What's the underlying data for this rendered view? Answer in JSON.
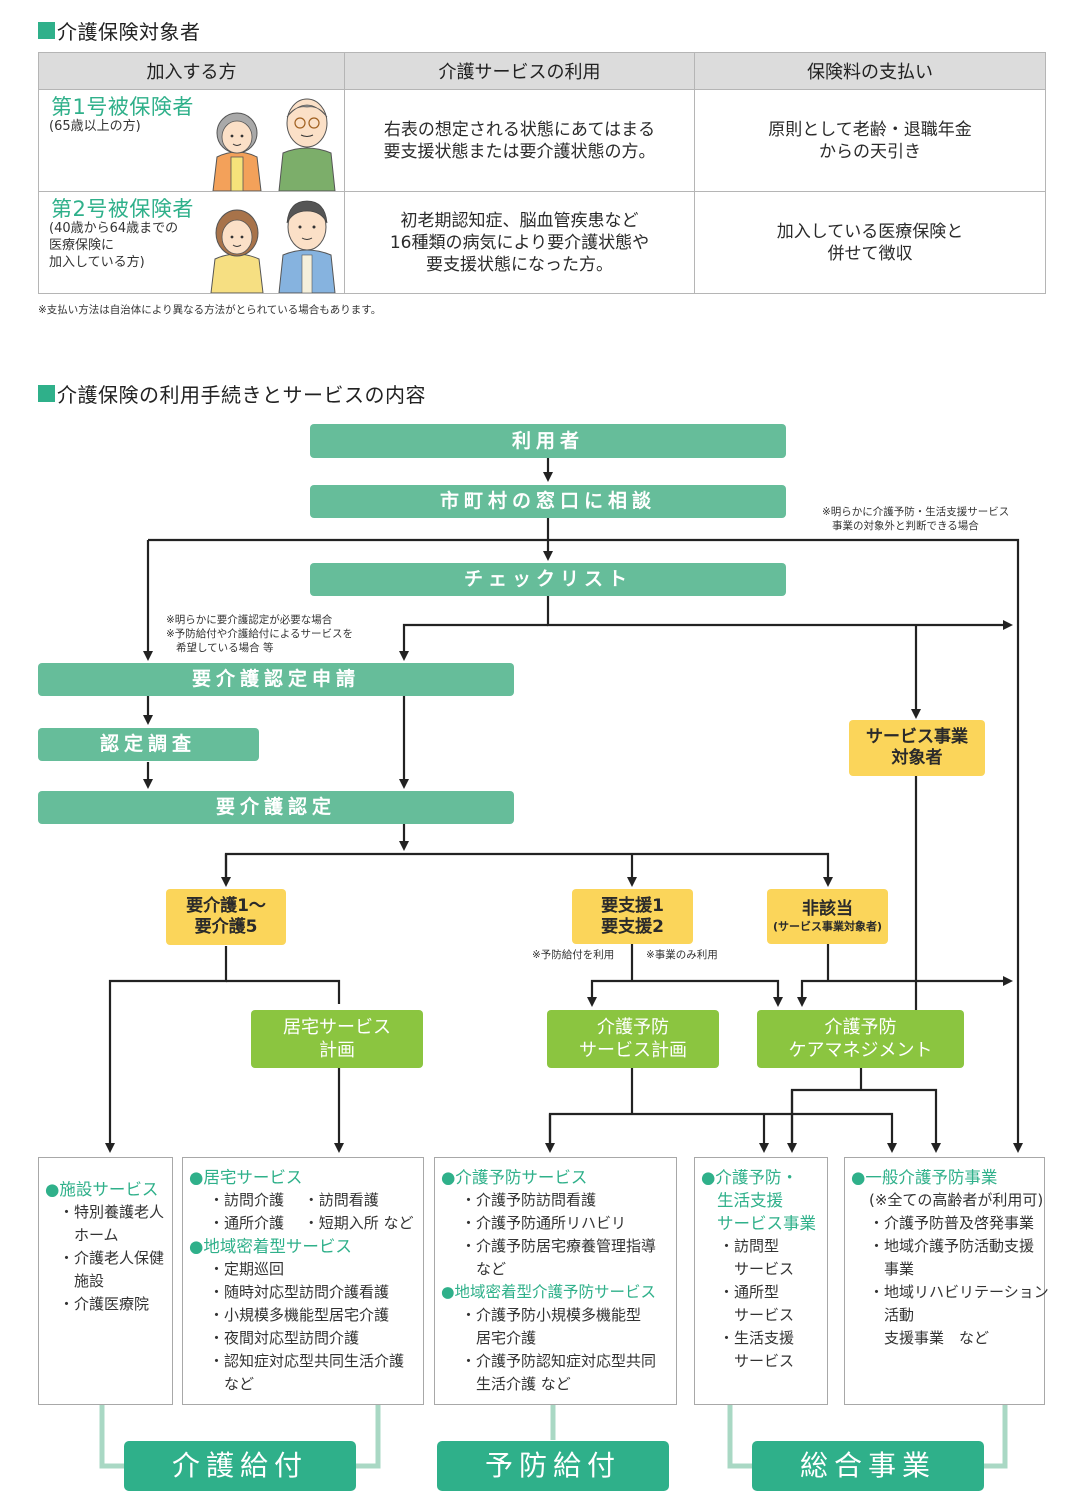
{
  "section1": {
    "title": "介護保険対象者",
    "headers": [
      "加入する方",
      "介護サービスの利用",
      "保険料の支払い"
    ],
    "rows": [
      {
        "name": "第1号被保険者",
        "sub": [
          "(65歳以上の方)"
        ],
        "usage": [
          "右表の想定される状態にあてはまる",
          "要支援状態または要介護状態の方。"
        ],
        "payment": [
          "原則として老齢・退職年金",
          "からの天引き"
        ]
      },
      {
        "name": "第2号被保険者",
        "sub": [
          "(40歳から64歳までの",
          "医療保険に",
          "加入している方)"
        ],
        "usage": [
          "初老期認知症、脳血管疾患など",
          "16種類の病気により要介護状態や",
          "要支援状態になった方。"
        ],
        "payment": [
          "加入している医療保険と",
          "併せて徴収"
        ]
      }
    ],
    "footnote": "※支払い方法は自治体により異なる方法がとられている場合もあります。"
  },
  "section2": {
    "title": "介護保険の利用手続きとサービスの内容",
    "steps": {
      "user": "利用者",
      "consult": "市町村の窓口に相談",
      "checklist": "チェックリスト",
      "apply": "要介護認定申請",
      "survey": "認定調査",
      "certify": "要介護認定"
    },
    "notes": {
      "outside": [
        "※明らかに介護予防・生活支援サービス",
        "事業の対象外と判断できる場合"
      ],
      "need_cert": [
        "※明らかに要介護認定が必要な場合",
        "※予防給付や介護給付によるサービスを",
        "希望している場合 等"
      ],
      "prevent_use": "※予防給付を利用",
      "business_only": "※事業のみ利用"
    },
    "levels": {
      "care": [
        "要介護1〜",
        "要介護5"
      ],
      "support": [
        "要支援1",
        "要支援2"
      ],
      "none": "非該当",
      "none_sub": "(サービス事業対象者)",
      "business_target": [
        "サービス事業",
        "対象者"
      ]
    },
    "plans": {
      "home": [
        "居宅サービス",
        "計画"
      ],
      "prevent": [
        "介護予防",
        "サービス計画"
      ],
      "caremgmt": [
        "介護予防",
        "ケアマネジメント"
      ]
    },
    "services": {
      "facility": {
        "heading": "施設サービス",
        "items": [
          "・特別養護老人",
          "　ホーム",
          "・介護老人保健",
          "　施設",
          "・介護医療院"
        ]
      },
      "home": {
        "heading1": "居宅サービス",
        "items1": [
          "・訪問介護　 ・訪問看護",
          "・通所介護　 ・短期入所 など"
        ],
        "heading2": "地域密着型サービス",
        "items2": [
          "・定期巡回",
          "・随時対応型訪問介護看護",
          "・小規模多機能型居宅介護",
          "・夜間対応型訪問介護",
          "・認知症対応型共同生活介護",
          "　など"
        ]
      },
      "prevent": {
        "heading1": "介護予防サービス",
        "items1": [
          "・介護予防訪問看護",
          "・介護予防通所リハビリ",
          "・介護予防居宅療養管理指導",
          "　など"
        ],
        "heading2": "地域密着型介護予防サービス",
        "items2": [
          "・介護予防小規模多機能型",
          "　居宅介護",
          "・介護予防認知症対応型共同",
          "　生活介護 など"
        ]
      },
      "support": {
        "heading": [
          "介護予防・",
          "生活支援",
          "サービス事業"
        ],
        "items": [
          "・訪問型",
          "　サービス",
          "・通所型",
          "　サービス",
          "・生活支援",
          "　サービス"
        ]
      },
      "general": {
        "heading": "一般介護予防事業",
        "items": [
          "(※全ての高齢者が利用可)",
          "・介護予防普及啓発事業",
          "・地域介護予防活動支援",
          "　事業",
          "・地域リハビリテーション",
          "　活動",
          "　支援事業　など"
        ]
      }
    },
    "benefits": [
      "介護給付",
      "予防給付",
      "総合事業"
    ]
  },
  "colors": {
    "accent_green": "#2fb08a",
    "bar_green": "#66bd9a",
    "plan_green": "#8bc540",
    "level_yellow": "#fbd55a"
  }
}
